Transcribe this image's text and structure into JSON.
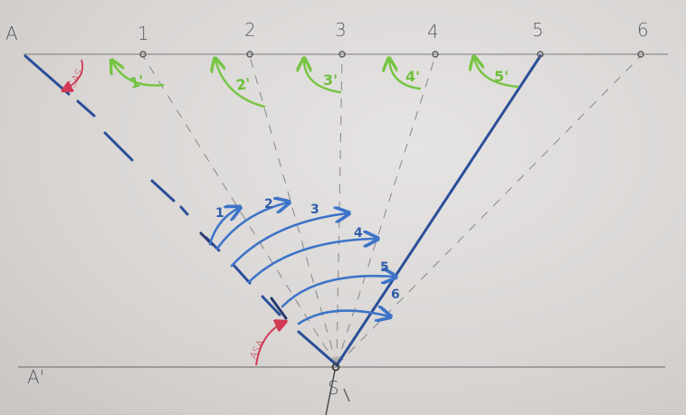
{
  "top_points": [
    "1",
    "2",
    "3",
    "4",
    "5",
    "6"
  ],
  "angle_labels": [
    "1'",
    "2'",
    "3'",
    "4'",
    "5'"
  ],
  "step_labels": [
    "1",
    "2",
    "3",
    "4",
    "5",
    "6"
  ],
  "corner_labels": {
    "top_left": "A",
    "bottom_left": "A'",
    "apex": "S"
  },
  "annotations": {
    "sas": "SAS",
    "asa": "ASA"
  },
  "colors": {
    "paper": "#e2dfdd",
    "pencil": "#8a8a8a",
    "blue_ink": "#2b4f9a",
    "light_blue_ink": "#3e74c7",
    "green_ink": "#76c442",
    "red_ink": "#d23a55"
  }
}
